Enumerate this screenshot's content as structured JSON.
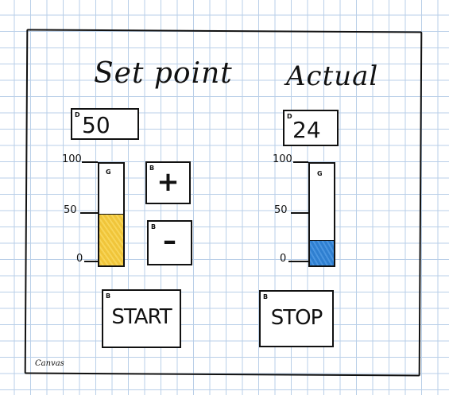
{
  "setpoint": {
    "title": "Set point",
    "display_tag": "D",
    "display_value": "50",
    "gauge_tag": "G",
    "gauge_level_percent": 50,
    "scale": {
      "max": "100",
      "mid": "50",
      "min": "0"
    },
    "plus_button": {
      "tag": "B",
      "label": "+"
    },
    "minus_button": {
      "tag": "B",
      "label": "–"
    },
    "start_button": {
      "tag": "B",
      "label": "START"
    }
  },
  "actual": {
    "title": "Actual",
    "display_tag": "D",
    "display_value": "24",
    "gauge_tag": "G",
    "gauge_level_percent": 24,
    "scale": {
      "max": "100",
      "mid": "50",
      "min": "0"
    },
    "stop_button": {
      "tag": "B",
      "label": "STOP"
    }
  },
  "canvas": {
    "label": "Canvas"
  },
  "colors": {
    "setpoint_fill": "#f0c53a",
    "actual_fill": "#2f7fd0",
    "grid": "#b9cfe8"
  }
}
